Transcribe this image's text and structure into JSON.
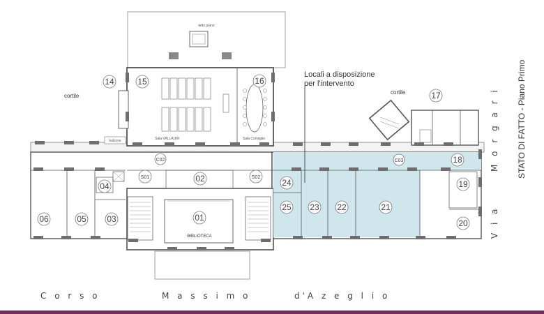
{
  "title": "STATO DI FATTO - Piano Primo",
  "annotation": {
    "line1": "Locali a disposizione",
    "line2": "per l'intervento"
  },
  "labels": {
    "tetto_piano": "tetto piano",
    "cortile_left": "cortile",
    "cortile_right": "cortile",
    "sala_vallauri": "Sala VALLAURI",
    "sala_consiglio": "Sala Consiglio",
    "biblioteca": "BIBLIOTECA",
    "ballatoio": "balcone"
  },
  "streets": {
    "corso": "C o r s o",
    "massimo": "M a s s i m o",
    "dazeglio": "d'A z e g l i o",
    "via": "V i a",
    "morgari": "M o r g a r i"
  },
  "rooms": {
    "r01": "01",
    "r02": "02",
    "r03": "03",
    "r04": "04",
    "r05": "05",
    "r06": "06",
    "r14": "14",
    "r15": "15",
    "r16": "16",
    "r17": "17",
    "r18": "18",
    "r19": "19",
    "r20": "20",
    "r21": "21",
    "r22": "22",
    "r23": "23",
    "r24": "24",
    "r25": "25",
    "s01": "S01",
    "s02": "S02",
    "c02": "C02",
    "c03": "C03"
  },
  "colors": {
    "highlight": "#cfe6ec",
    "footer_bar": "#7a2a5e"
  }
}
